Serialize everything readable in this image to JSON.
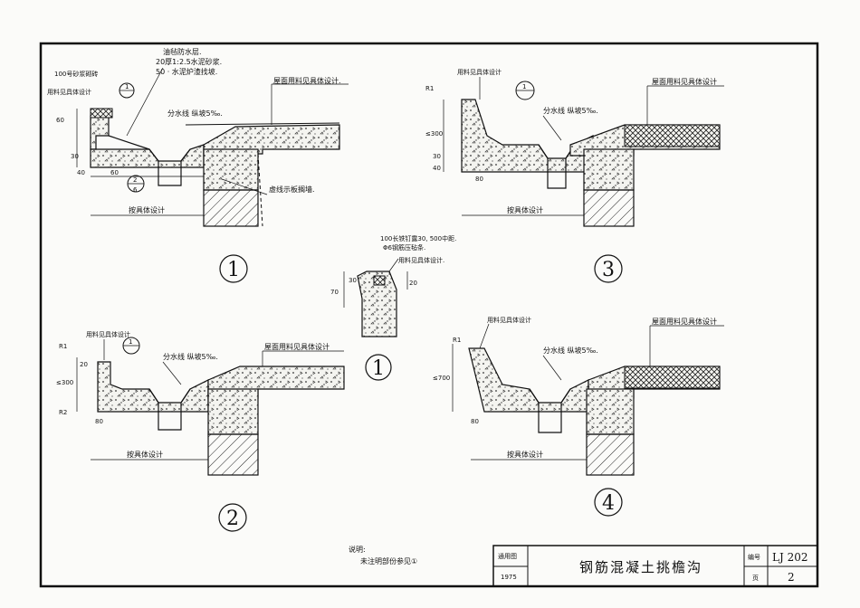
{
  "notes": {
    "heading": "说明:",
    "text": "未注明部份参见①"
  },
  "title_block": {
    "label_general": "通用图",
    "year": "1975",
    "title": "钢筋混凝土挑檐沟",
    "label_code": "编号",
    "code": "LJ 202",
    "label_page": "页",
    "page": "2"
  },
  "detail_1": {
    "number": "1",
    "layer_1": "油毡防水层.",
    "layer_2": "20厚1:2.5水泥砂浆.",
    "layer_3": "50 · 水泥炉渣找坡.",
    "label_sand": "100号砂浆砌砖",
    "label_material": "用料见具体设计",
    "label_roof": "屋面用料见具体设计.",
    "label_slope": "分水线 纵坡5‰.",
    "label_beam": "虚线示板搁墙.",
    "label_depth": "按具体设计",
    "ref_top": "1",
    "ref_bottom": "2",
    "ref_bottom_sub": "6",
    "dim_60": "60",
    "dim_30": "30",
    "dim_40": "40",
    "dim_60b": "60"
  },
  "detail_2": {
    "number": "2",
    "label_material": "用料见具体设计",
    "label_slope": "分水线 纵坡5‰.",
    "label_roof": "屋面用料见具体设计",
    "label_depth": "按具体设计",
    "ref": "1",
    "dim_r1": "R1",
    "dim_r2": "R2",
    "dim_le": "≤300",
    "dim_80": "80",
    "dim_20": "20"
  },
  "detail_3": {
    "number": "3",
    "label_material": "用料见具体设计",
    "label_slope": "分水线 纵坡5‰.",
    "label_roof": "屋面用料见具体设计",
    "label_depth": "按具体设计",
    "ref": "1",
    "dim_r1": "R1",
    "dim_le": "≤300",
    "dim_80": "80",
    "dim_30": "30",
    "dim_40": "40"
  },
  "detail_4": {
    "number": "4",
    "label_material": "用料见具体设计",
    "label_slope": "分水线 纵坡5‰.",
    "label_roof": "屋面用料见具体设计",
    "label_depth": "按具体设计",
    "dim_r1": "R1",
    "dim_le": "≤700",
    "dim_80": "80"
  },
  "detail_center": {
    "number": "1",
    "label_nail": "100长铁钉露30, 500中距.",
    "label_bar": "Φ6钢筋压毡条.",
    "label_material": "用料见具体设计.",
    "dim_70": "70",
    "dim_30": "30",
    "dim_20": "20"
  }
}
